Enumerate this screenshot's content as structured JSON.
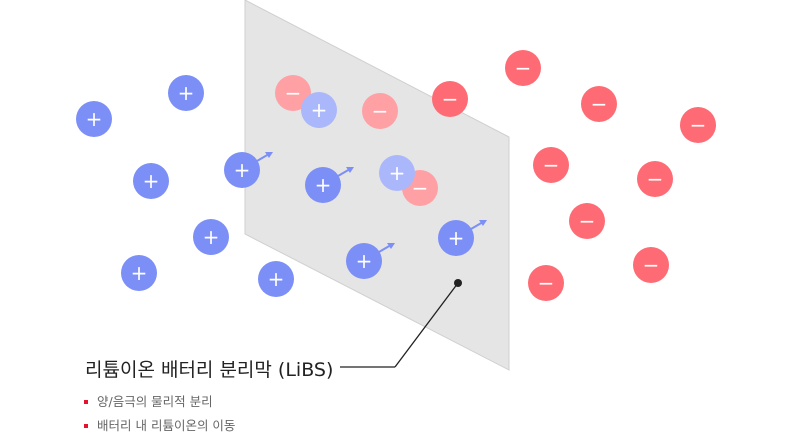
{
  "title": "리튬이온 배터리 분리막 (LiBS)",
  "bullets": [
    "양/음극의 물리적 분리",
    "배터리 내 리튬이온의 이동"
  ],
  "symbols": {
    "positive": "+",
    "negative": "−"
  },
  "colors": {
    "positive": "#7b8ff7",
    "positive_faded": "#aab7fb",
    "negative": "#ff6b74",
    "negative_faded": "#ffa0a5",
    "membrane": "#e5e5e5",
    "bullet": "#e8112d"
  }
}
